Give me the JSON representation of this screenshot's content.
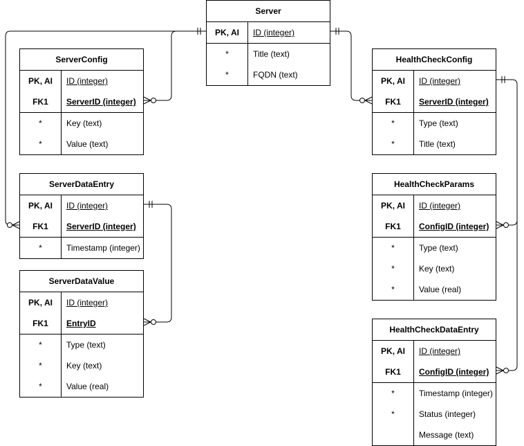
{
  "diagram": {
    "tables": [
      {
        "id": "server",
        "name": "Server",
        "keys": [
          {
            "tag": "PK,  AI",
            "field": "ID (integer)",
            "bold": true
          }
        ],
        "fields": [
          {
            "tag": "*",
            "field": "Title (text)"
          },
          {
            "tag": "*",
            "field": "FQDN (text)"
          }
        ]
      },
      {
        "id": "server-config",
        "name": "ServerConfig",
        "keys": [
          {
            "tag": "PK, AI",
            "field": "ID (integer)",
            "bold": true
          },
          {
            "tag": "FK1",
            "field": "ServerID (integer)",
            "bold": true
          }
        ],
        "fields": [
          {
            "tag": "*",
            "field": "Key (text)"
          },
          {
            "tag": "*",
            "field": "Value (text)"
          }
        ]
      },
      {
        "id": "health-check-config",
        "name": "HealthCheckConfig",
        "keys": [
          {
            "tag": "PK, AI",
            "field": "ID (integer)",
            "bold": true
          },
          {
            "tag": "FK1",
            "field": "ServerID (integer)",
            "bold": true
          }
        ],
        "fields": [
          {
            "tag": "*",
            "field": "Type (text)"
          },
          {
            "tag": "*",
            "field": "Title (text)"
          }
        ]
      },
      {
        "id": "server-data-entry",
        "name": "ServerDataEntry",
        "keys": [
          {
            "tag": "PK, AI",
            "field": "ID (integer)",
            "bold": true
          },
          {
            "tag": "FK1",
            "field": "ServerID (integer)",
            "bold": true
          }
        ],
        "fields": [
          {
            "tag": "*",
            "field": "Timestamp (integer)"
          }
        ]
      },
      {
        "id": "health-check-params",
        "name": "HealthCheckParams",
        "keys": [
          {
            "tag": "PK, AI",
            "field": "ID (integer)",
            "bold": true
          },
          {
            "tag": "FK1",
            "field": "ConfigID (integer)",
            "bold": true
          }
        ],
        "fields": [
          {
            "tag": "*",
            "field": "Type (text)"
          },
          {
            "tag": "*",
            "field": "Key (text)"
          },
          {
            "tag": "*",
            "field": "Value (real)"
          }
        ]
      },
      {
        "id": "server-data-value",
        "name": "ServerDataValue",
        "keys": [
          {
            "tag": "PK, AI",
            "field": "ID (integer)",
            "bold": true
          },
          {
            "tag": "FK1",
            "field": "EntryID",
            "bold": true
          }
        ],
        "fields": [
          {
            "tag": "*",
            "field": "Type (text)"
          },
          {
            "tag": "*",
            "field": "Key (text)"
          },
          {
            "tag": "*",
            "field": "Value (real)"
          }
        ]
      },
      {
        "id": "health-check-data-entry",
        "name": "HealthCheckDataEntry",
        "keys": [
          {
            "tag": "PK, AI",
            "field": "ID (integer)",
            "bold": true
          },
          {
            "tag": "FK1",
            "field": "ConfigID (integer)",
            "bold": true
          }
        ],
        "fields": [
          {
            "tag": "*",
            "field": "Timestamp (integer)"
          },
          {
            "tag": "*",
            "field": "Status (integer)"
          },
          {
            "tag": "",
            "field": "Message (text)"
          }
        ]
      }
    ],
    "relationships": [
      {
        "name": "server-to-server-config",
        "from": "server",
        "to": "server-config",
        "from_end": "one",
        "to_end": "zero-or-many"
      },
      {
        "name": "server-to-server-data-entry",
        "from": "server",
        "to": "server-data-entry",
        "from_end": "one",
        "to_end": "zero-or-many"
      },
      {
        "name": "server-to-health-check-config",
        "from": "server",
        "to": "health-check-config",
        "from_end": "one",
        "to_end": "zero-or-many"
      },
      {
        "name": "server-data-entry-to-server-data-value",
        "from": "server-data-entry",
        "to": "server-data-value",
        "from_end": "one",
        "to_end": "zero-or-many"
      },
      {
        "name": "health-check-config-to-health-check-params",
        "from": "health-check-config",
        "to": "health-check-params",
        "from_end": "one",
        "to_end": "zero-or-many"
      },
      {
        "name": "health-check-config-to-health-check-data-entry",
        "from": "health-check-config",
        "to": "health-check-data-entry",
        "from_end": "one",
        "to_end": "zero-or-many"
      }
    ]
  }
}
